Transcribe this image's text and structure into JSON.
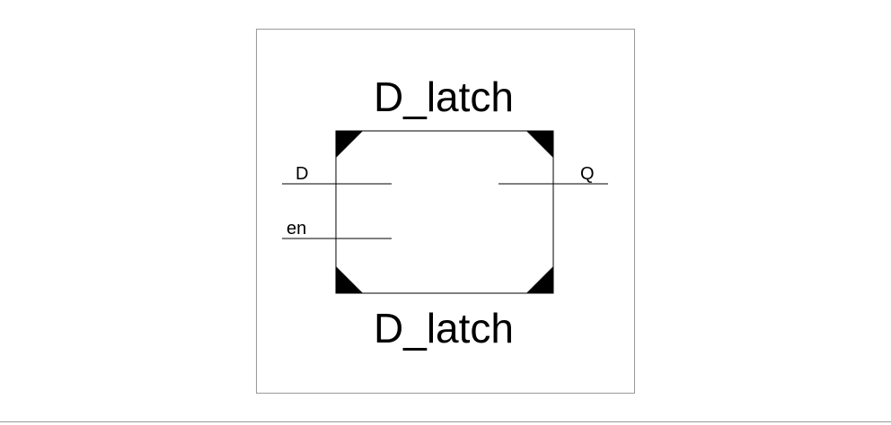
{
  "symbol": {
    "top_label": "D_latch",
    "bottom_label": "D_latch",
    "inputs": [
      {
        "label": "D"
      },
      {
        "label": "en"
      }
    ],
    "outputs": [
      {
        "label": "Q"
      }
    ]
  }
}
